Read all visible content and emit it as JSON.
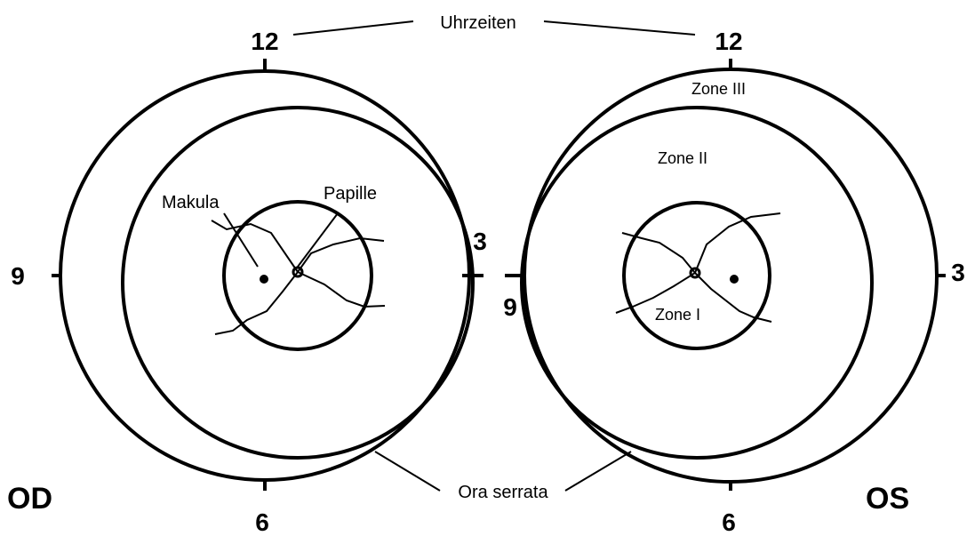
{
  "labels": {
    "uhrzeiten": "Uhrzeiten",
    "ora_serrata": "Ora serrata",
    "makula": "Makula",
    "papille": "Papille",
    "zone_1": "Zone I",
    "zone_2": "Zone II",
    "zone_3": "Zone III"
  },
  "eyes": {
    "right": {
      "name": "OD",
      "clock": {
        "twelve": "12",
        "three": "3",
        "six": "6",
        "nine": "9"
      }
    },
    "left": {
      "name": "OS",
      "clock": {
        "twelve": "12",
        "three": "3",
        "six": "6",
        "nine": "9"
      }
    }
  },
  "colors": {
    "line": "#000000",
    "background": "#ffffff"
  }
}
